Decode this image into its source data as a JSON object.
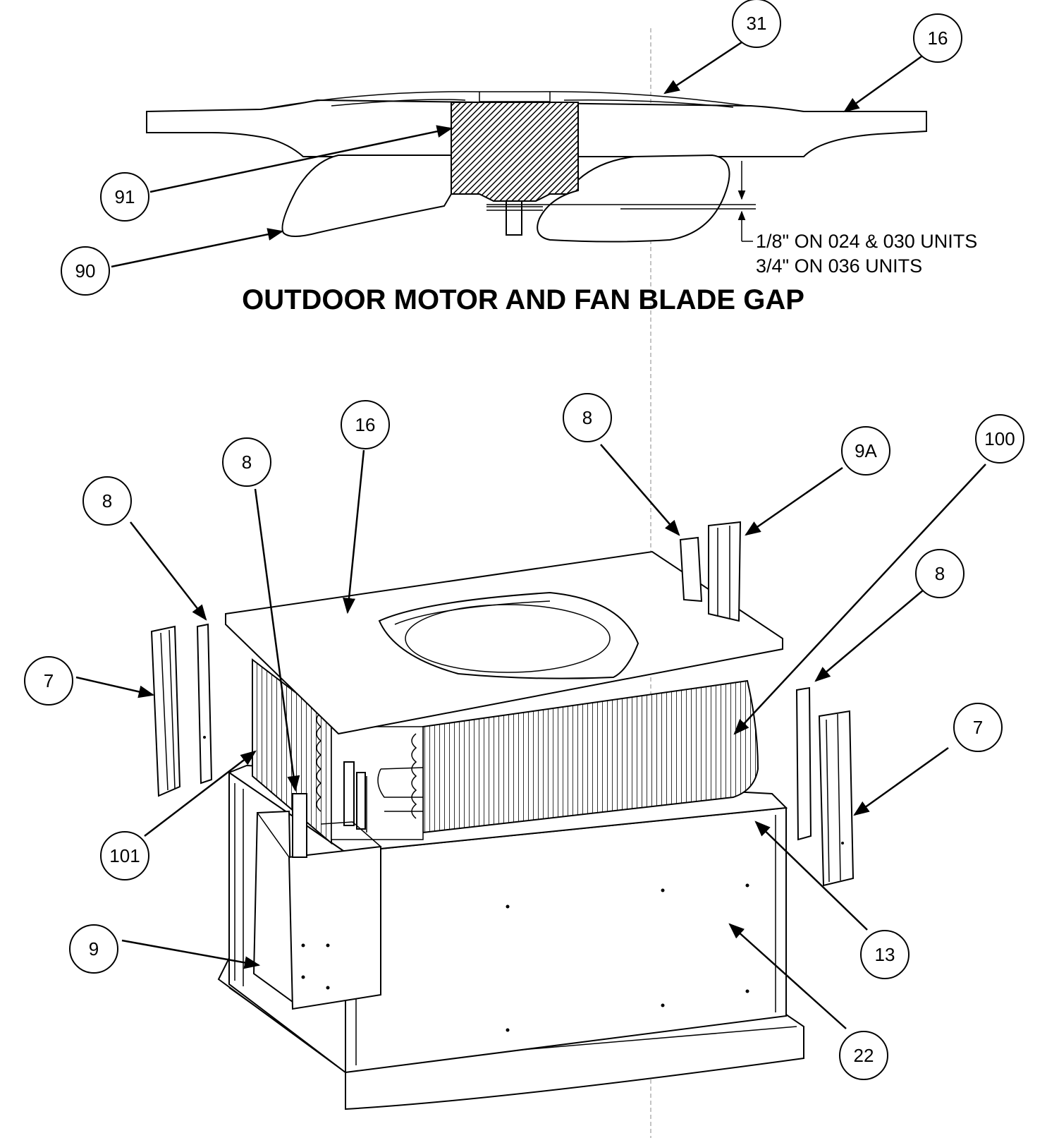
{
  "title": "OUTDOOR MOTOR AND FAN BLADE GAP",
  "gap_note": {
    "line1": "1/8\" ON 024 & 030 UNITS",
    "line2": "3/4\" ON 036 UNITS"
  },
  "callouts": {
    "c31": "31",
    "c16_top": "16",
    "c91": "91",
    "c90": "90",
    "c16": "16",
    "c8_a": "8",
    "c8_b": "8",
    "c8_c": "8",
    "c9a": "9A",
    "c100": "100",
    "c8_d": "8",
    "c7_left": "7",
    "c7_right": "7",
    "c101": "101",
    "c13": "13",
    "c9": "9",
    "c22": "22"
  }
}
